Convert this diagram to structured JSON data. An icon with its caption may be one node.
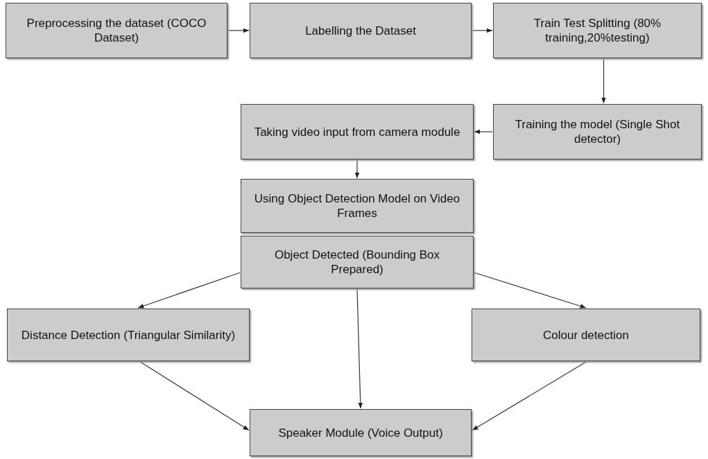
{
  "diagram": {
    "nodes": [
      {
        "text": [
          "Preprocessing the dataset (COCO Dataset)"
        ]
      },
      {
        "text": [
          "Labelling the Dataset"
        ]
      },
      {
        "text": [
          "Train Test Splitting (80% training,20%testing)"
        ]
      },
      {
        "text": [
          "Training the model (Single Shot detector)"
        ]
      },
      {
        "text": [
          "Taking video input from camera module"
        ]
      },
      {
        "text": [
          "Using Object Detection Model on Video Frames"
        ]
      },
      {
        "text": [
          "Object Detected (Bounding Box Prepared)"
        ]
      },
      {
        "text": [
          "Distance Detection (Triangular Similarity)"
        ]
      },
      {
        "text": [
          "Colour detection"
        ]
      },
      {
        "text": [
          "Speaker Module (Voice Output)"
        ]
      }
    ],
    "edges": [
      {
        "from": 0,
        "to": 1,
        "arrow": "to"
      },
      {
        "from": 1,
        "to": 2,
        "arrow": "to"
      },
      {
        "from": 2,
        "to": 3,
        "arrow": "to"
      },
      {
        "from": 3,
        "to": 4,
        "arrow": "to"
      },
      {
        "from": 4,
        "to": 5,
        "arrow": "to"
      },
      {
        "from": 6,
        "to": 7,
        "arrow": "to"
      },
      {
        "from": 6,
        "to": 9,
        "arrow": "to"
      },
      {
        "from": 6,
        "to": 8,
        "arrow": "to"
      },
      {
        "from": 7,
        "to": 9,
        "arrow": "to"
      },
      {
        "from": 8,
        "to": 9,
        "arrow": "to"
      }
    ]
  }
}
